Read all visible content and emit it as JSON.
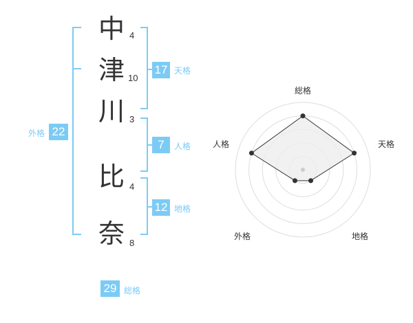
{
  "name": {
    "chars": [
      {
        "char": "中",
        "strokes": "4"
      },
      {
        "char": "津",
        "strokes": "10"
      },
      {
        "char": "川",
        "strokes": "3"
      },
      {
        "char": "比",
        "strokes": "4"
      },
      {
        "char": "奈",
        "strokes": "8"
      }
    ]
  },
  "kakusu": {
    "tenkaku": {
      "value": "17",
      "label": "天格"
    },
    "jinkaku": {
      "value": "7",
      "label": "人格"
    },
    "chikaku": {
      "value": "12",
      "label": "地格"
    },
    "gaikaku": {
      "value": "22",
      "label": "外格"
    },
    "soukaku": {
      "value": "29",
      "label": "総格"
    }
  },
  "radar": {
    "axes": [
      "総格",
      "天格",
      "地格",
      "外格",
      "人格"
    ],
    "values": [
      4,
      4,
      1,
      1,
      4
    ],
    "max": 5,
    "colors": {
      "polygon_fill": "#eeeeee",
      "polygon_stroke": "#333333",
      "ring": "#dddddd",
      "center": "#cccccc"
    }
  },
  "colors": {
    "accent": "#7ccbf5",
    "text": "#333333"
  }
}
